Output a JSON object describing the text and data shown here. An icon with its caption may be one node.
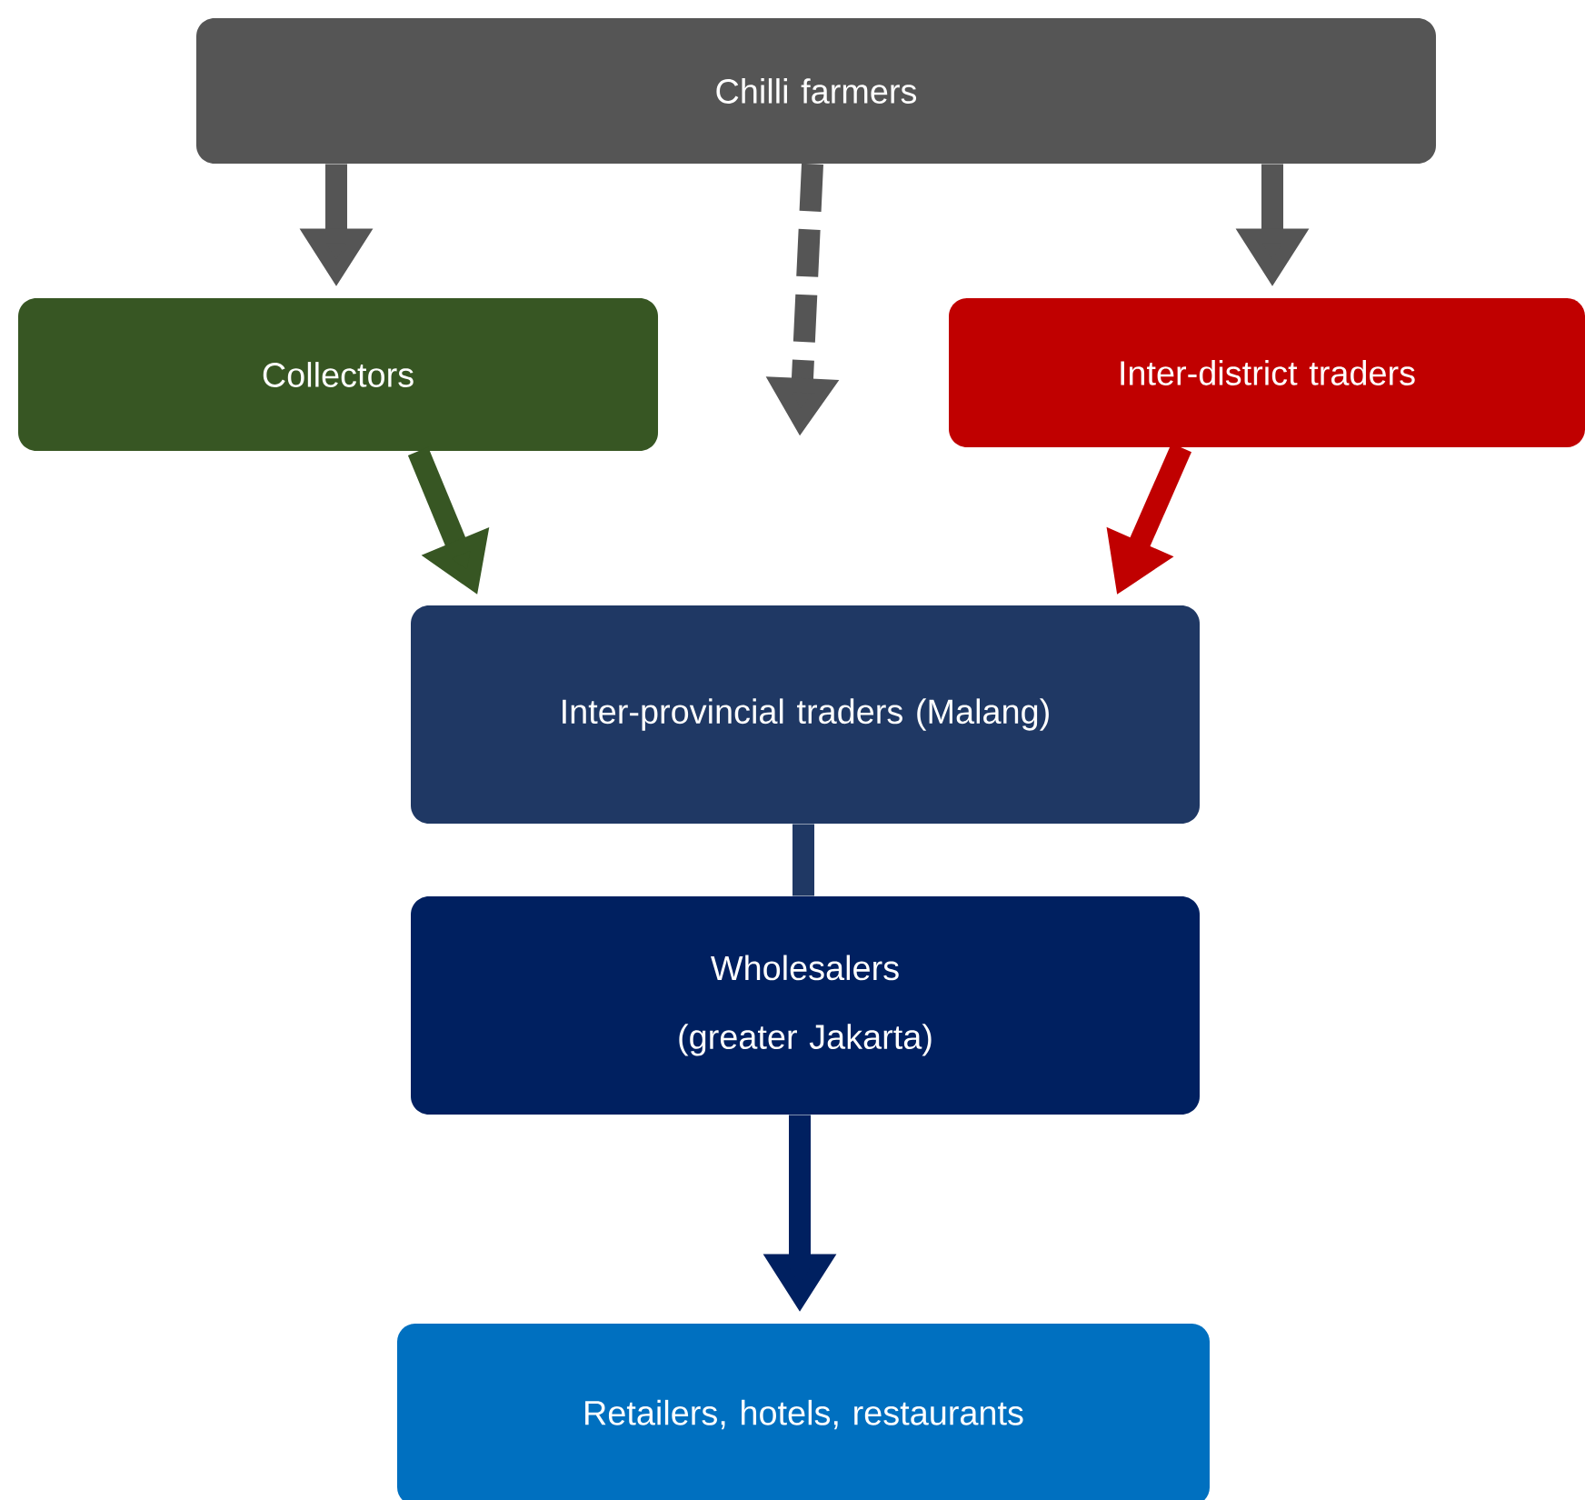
{
  "diagram": {
    "nodes": [
      {
        "text": [
          "Chilli farmers"
        ]
      },
      {
        "text": [
          "Collectors"
        ]
      },
      {
        "text": [
          "Inter-district traders"
        ]
      },
      {
        "text": [
          "Inter-provincial traders (Malang)"
        ]
      },
      {
        "text": [
          "Wholesalers (greater Jakarta)"
        ]
      },
      {
        "text": [
          "Retailers, hotels, restaurants"
        ]
      }
    ],
    "edges": [
      {
        "from": 0,
        "to": 1,
        "arrow": "to"
      },
      {
        "from": 0,
        "to": null,
        "arrow": "to",
        "style": "dashed"
      },
      {
        "from": 0,
        "to": 2,
        "arrow": "to"
      },
      {
        "from": 1,
        "to": 3,
        "arrow": "to",
        "color": "#375623"
      },
      {
        "from": 2,
        "to": 3,
        "arrow": "to",
        "color": "#c00000"
      },
      {
        "from": 3,
        "to": 4,
        "arrow": "none",
        "color": "#1f3864"
      },
      {
        "from": 4,
        "to": 5,
        "arrow": "to",
        "color": "#002060"
      }
    ]
  }
}
